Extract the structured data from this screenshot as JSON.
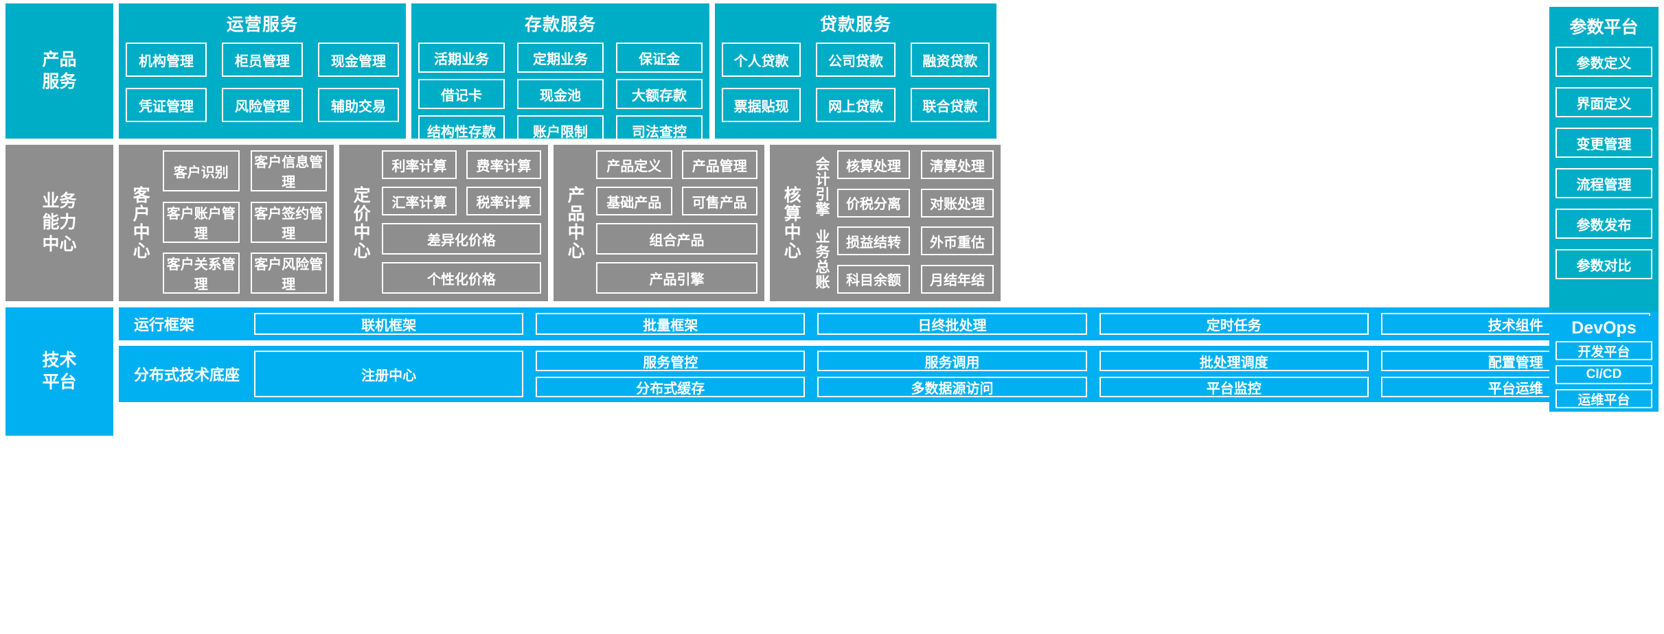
{
  "rows": {
    "product_services_label": "产品\n服务",
    "business_capability_label": "业务\n能力\n中心",
    "technical_platform_label": "技术\n平台"
  },
  "product_services": {
    "groups": [
      {
        "title": "运营服务",
        "items": [
          "机构管理",
          "柜员管理",
          "现金管理",
          "凭证管理",
          "风险管理",
          "辅助交易"
        ]
      },
      {
        "title": "存款服务",
        "items": [
          "活期业务",
          "定期业务",
          "保证金",
          "借记卡",
          "现金池",
          "大额存款",
          "结构性存款",
          "账户限制",
          "司法查控"
        ]
      },
      {
        "title": "贷款服务",
        "items": [
          "个人贷款",
          "公司贷款",
          "融资贷款",
          "票据贴现",
          "网上贷款",
          "联合贷款"
        ]
      }
    ]
  },
  "parameter_platform": {
    "title": "参数平台",
    "items": [
      "参数定义",
      "界面定义",
      "变更管理",
      "流程管理",
      "参数发布",
      "参数对比"
    ]
  },
  "devops": {
    "title": "DevOps",
    "items": [
      "开发平台",
      "CI/CD",
      "运维平台"
    ]
  },
  "business_centers": {
    "customer": {
      "label": "客户中心",
      "items": [
        "客户识别",
        "客户信息管理",
        "客户账户管理",
        "客户签约管理",
        "客户关系管理",
        "客户风险管理"
      ]
    },
    "pricing": {
      "label": "定价中心",
      "items": [
        "利率计算",
        "费率计算",
        "汇率计算",
        "税率计算"
      ],
      "wide_items": [
        "差异化价格",
        "个性化价格"
      ]
    },
    "product": {
      "label": "产品中心",
      "items": [
        "产品定义",
        "产品管理",
        "基础产品",
        "可售产品"
      ],
      "wide_items": [
        "组合产品",
        "产品引擎"
      ]
    },
    "accounting": {
      "label": "核算中心",
      "sub_labels": [
        "会计引擎",
        "业务总账"
      ],
      "engine_items": [
        "核算处理",
        "清算处理",
        "价税分离",
        "对账处理"
      ],
      "ledger_items": [
        "损益结转",
        "外币重估",
        "科目余额",
        "月结年结"
      ]
    }
  },
  "technical_platform": {
    "runtime": {
      "label": "运行框架",
      "items": [
        "联机框架",
        "批量框架",
        "日终批处理",
        "定时任务",
        "技术组件"
      ]
    },
    "foundation": {
      "label": "分布式技术底座",
      "registry": "注册中心",
      "items": [
        "服务管控",
        "分布式缓存",
        "服务调用",
        "多数据源访问",
        "批处理调度",
        "平台监控",
        "配置管理",
        "平台运维"
      ]
    }
  },
  "colors": {
    "teal": "#00ADC6",
    "gray": "#8E8E8E",
    "blue": "#00B0F0",
    "outline": "#FFFFFF"
  }
}
